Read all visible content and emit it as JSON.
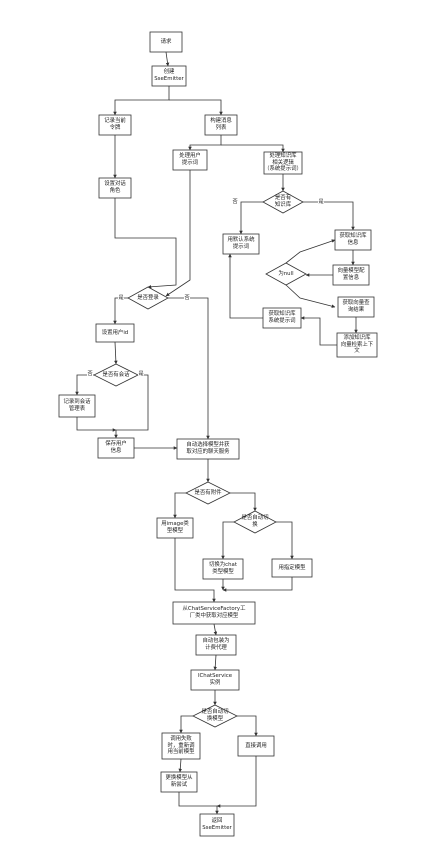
{
  "nodes": {
    "request": "请求",
    "create_sse": "创建\nSseEmitter",
    "record_token": "记录当前\n令牌",
    "build_messages": "构建消息\n列表",
    "set_role": "设置对话\n角色",
    "handle_user_prompt": "处理用户\n提示词",
    "handle_kb_prompt": "处理知识库\n相关逻辑\n（系统提示词）",
    "has_kb": "是否有\n知识库",
    "get_kb_info": "获取知识库\n信息",
    "use_default_prompt": "用默认系统\n提示词",
    "vector_model_config": "向量模型配\n置信息",
    "is_null": "为null",
    "vector_query_result": "获取向量查\n询结果",
    "get_kb_system_prompt": "获取知识库\n系统提示词",
    "add_kb_context": "添加知识库\n向量检索上下\n文",
    "is_login": "是否登录",
    "set_user_id": "设置用户id",
    "has_session": "是否有会话",
    "record_session_msg": "记录到会话\n管理表",
    "save_user_info": "保存用户\n信息",
    "auto_select_model": "自动选择模型并获\n取对应的聊天服务",
    "has_attachment": "是否有附件",
    "use_image_model": "用image类\n型模型",
    "is_auto_switch": "是否自动切\n换",
    "switch_to_chat": "切换为chat\n类型模型",
    "use_specified": "用指定模型",
    "get_from_factory": "从ChatServiceFactory工\n厂类中获取对应模型",
    "auto_billing": "自动包装为\n计费代理",
    "ichatservice": "IChatService\n实例",
    "is_auto_switch_fail": "是否自动切\n换模型",
    "call_fail_retry": "调用失败\n时，重新调\n用当前模型",
    "call_directly": "直接调用",
    "replace_retry": "更换模型从\n新尝试",
    "return_sse": "返回\nSseEmitter"
  },
  "edge_labels": {
    "no": "否",
    "yes": "是"
  },
  "colors": {
    "stroke": "#333333",
    "fill": "#ffffff",
    "text": "#222222"
  }
}
